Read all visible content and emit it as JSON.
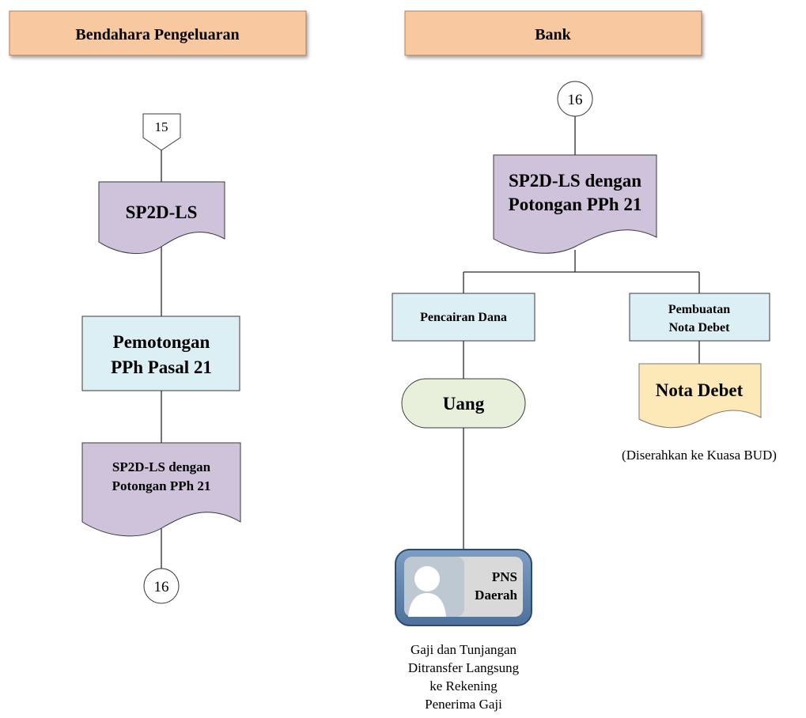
{
  "lanes": {
    "left_title": "Bendahara Pengeluaran",
    "right_title": "Bank"
  },
  "left": {
    "offpage_in": "15",
    "doc1": "SP2D-LS",
    "process_line1": "Pemotongan",
    "process_line2": "PPh Pasal 21",
    "doc2_line1": "SP2D-LS dengan",
    "doc2_line2": "Potongan PPh 21",
    "connector_out": "16"
  },
  "right": {
    "connector_in": "16",
    "doc_line1": "SP2D-LS dengan",
    "doc_line2": "Potongan PPh 21",
    "process_left": "Pencairan Dana",
    "process_right_line1": "Pembuatan",
    "process_right_line2": "Nota Debet",
    "terminal": "Uang",
    "nota_doc": "Nota Debet",
    "nota_note": "(Diserahkan ke Kuasa BUD)",
    "pns_line1": "PNS",
    "pns_line2": "Daerah",
    "caption_line1": "Gaji dan Tunjangan",
    "caption_line2": "Ditransfer Langsung",
    "caption_line3": "ke Rekening",
    "caption_line4": "Penerima Gaji"
  },
  "colors": {
    "lane_header": "#f8c9a0",
    "document": "#cfc3dc",
    "process": "#dceff4",
    "terminal": "#e8f0dc",
    "nota": "#fde9b8",
    "pns_frame": "#5b7fa8"
  }
}
